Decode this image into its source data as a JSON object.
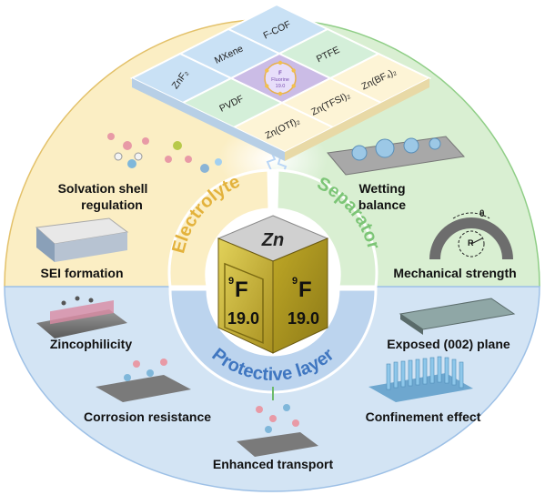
{
  "grid": {
    "center_element": {
      "number": "9",
      "symbol": "F",
      "name": "Fluorine",
      "mass": "19.0"
    },
    "tiles": [
      "ZnF₂",
      "MXene",
      "F-COF",
      "PTFE",
      "PVDF",
      "Zn(OTf)₂",
      "Zn(TFSI)₂",
      "Zn(BF₄)₂"
    ]
  },
  "sections": {
    "electrolyte": "Electrolyte",
    "separator": "Separator",
    "protective": "Protective layer"
  },
  "cube": {
    "top": "Zn",
    "left_number": "9",
    "left_symbol": "F",
    "left_mass": "19.0",
    "right_number": "9",
    "right_symbol": "F",
    "right_mass": "19.0"
  },
  "labels": {
    "solvation_1": "Solvation shell",
    "solvation_2": "regulation",
    "sei": "SEI formation",
    "wetting_1": "Wetting",
    "wetting_2": "balance",
    "mechanical": "Mechanical strength",
    "theta": "θ",
    "radius": "R",
    "zincophilicity": "Zincophilicity",
    "corrosion": "Corrosion resistance",
    "transport": "Enhanced transport",
    "exposed": "Exposed (002) plane",
    "confinement": "Confinement effect"
  },
  "colors": {
    "electrolyte_bg": "#fbeec4",
    "separator_bg": "#d9efd2",
    "protective_bg": "#d3e4f4",
    "electrolyte_text": "#e3b23c",
    "separator_text": "#7cc576",
    "protective_text": "#3f76c0",
    "tile_blue": "#c9e1f5",
    "tile_green": "#d4efd9",
    "tile_purple": "#cbbce6",
    "cube_gold": "#c9b630"
  }
}
